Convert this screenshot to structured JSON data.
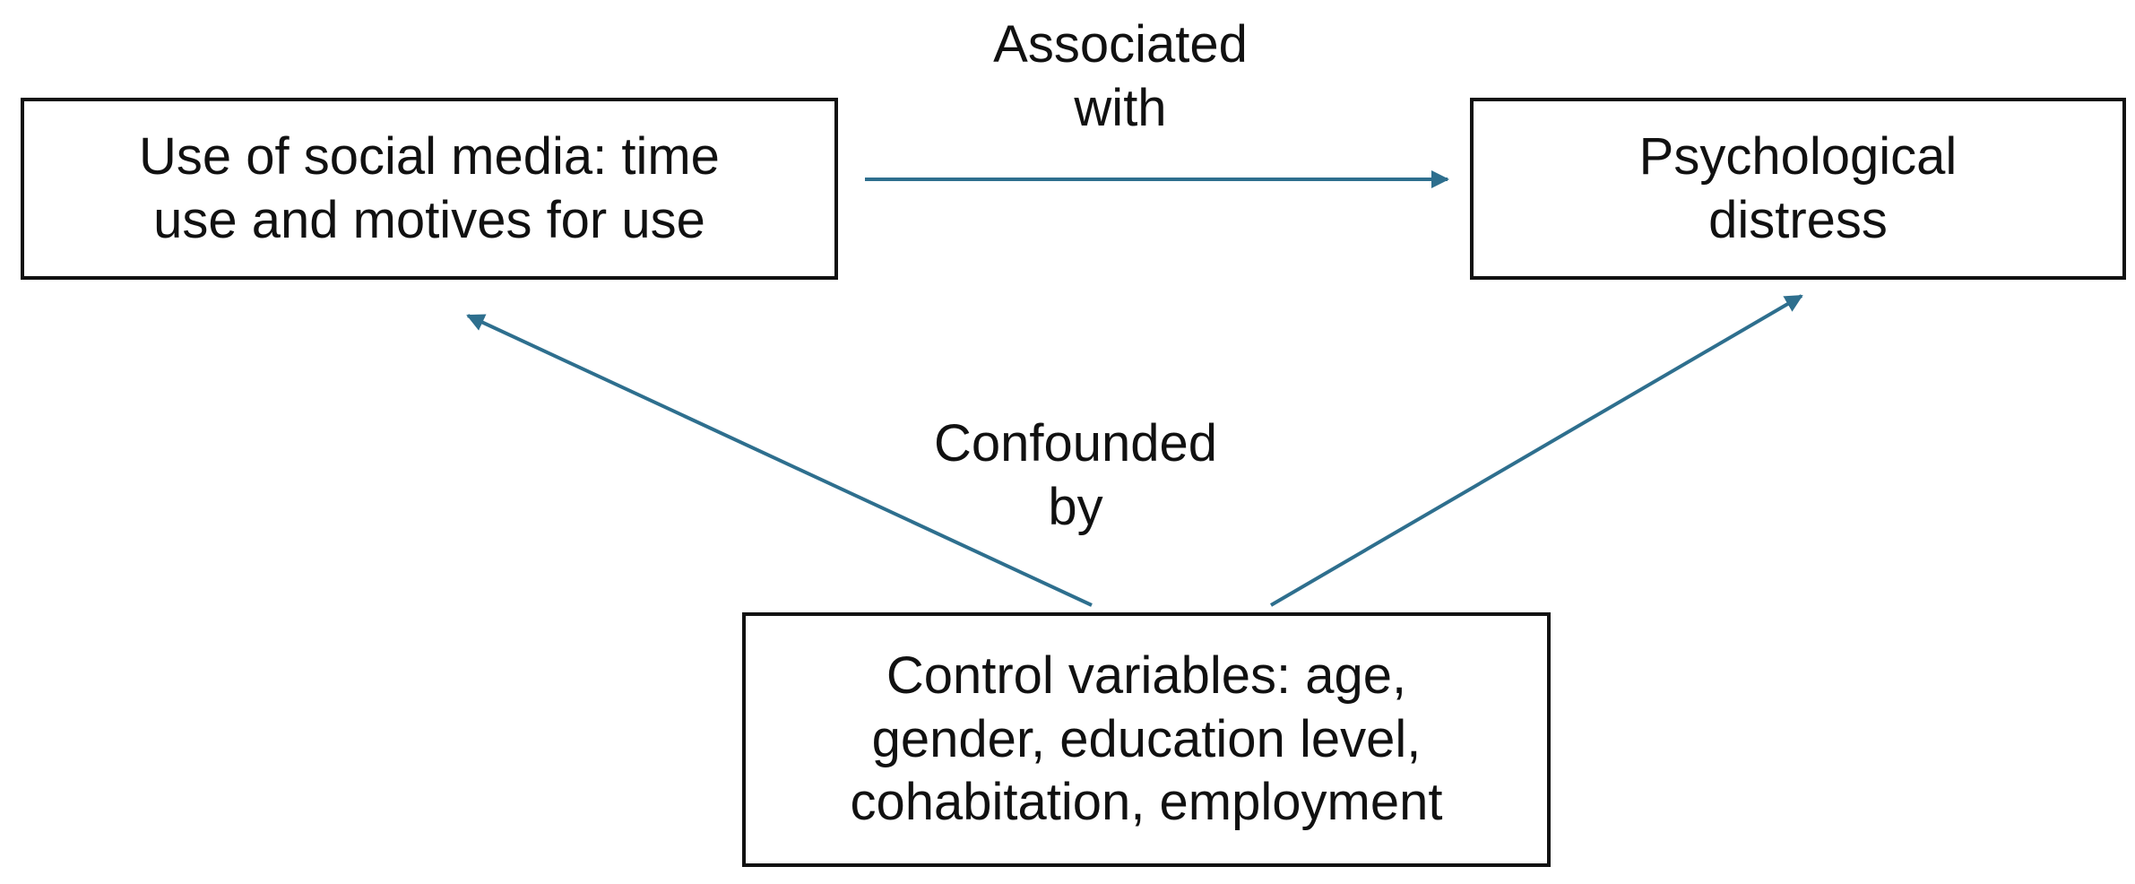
{
  "nodes": {
    "social_media": {
      "lines": [
        "Use of social media: time",
        "use and motives for use"
      ]
    },
    "distress": {
      "lines": [
        "Psychological",
        "distress"
      ]
    },
    "controls": {
      "lines": [
        "Control variables: age,",
        "gender, education level,",
        "cohabitation, employment"
      ]
    }
  },
  "edges": {
    "associated": {
      "lines": [
        "Associated",
        "with"
      ]
    },
    "confounded": {
      "lines": [
        "Confounded",
        "by"
      ]
    }
  },
  "colors": {
    "arrow": "#2e6f8e",
    "box_border": "#111111",
    "text": "#111111"
  }
}
